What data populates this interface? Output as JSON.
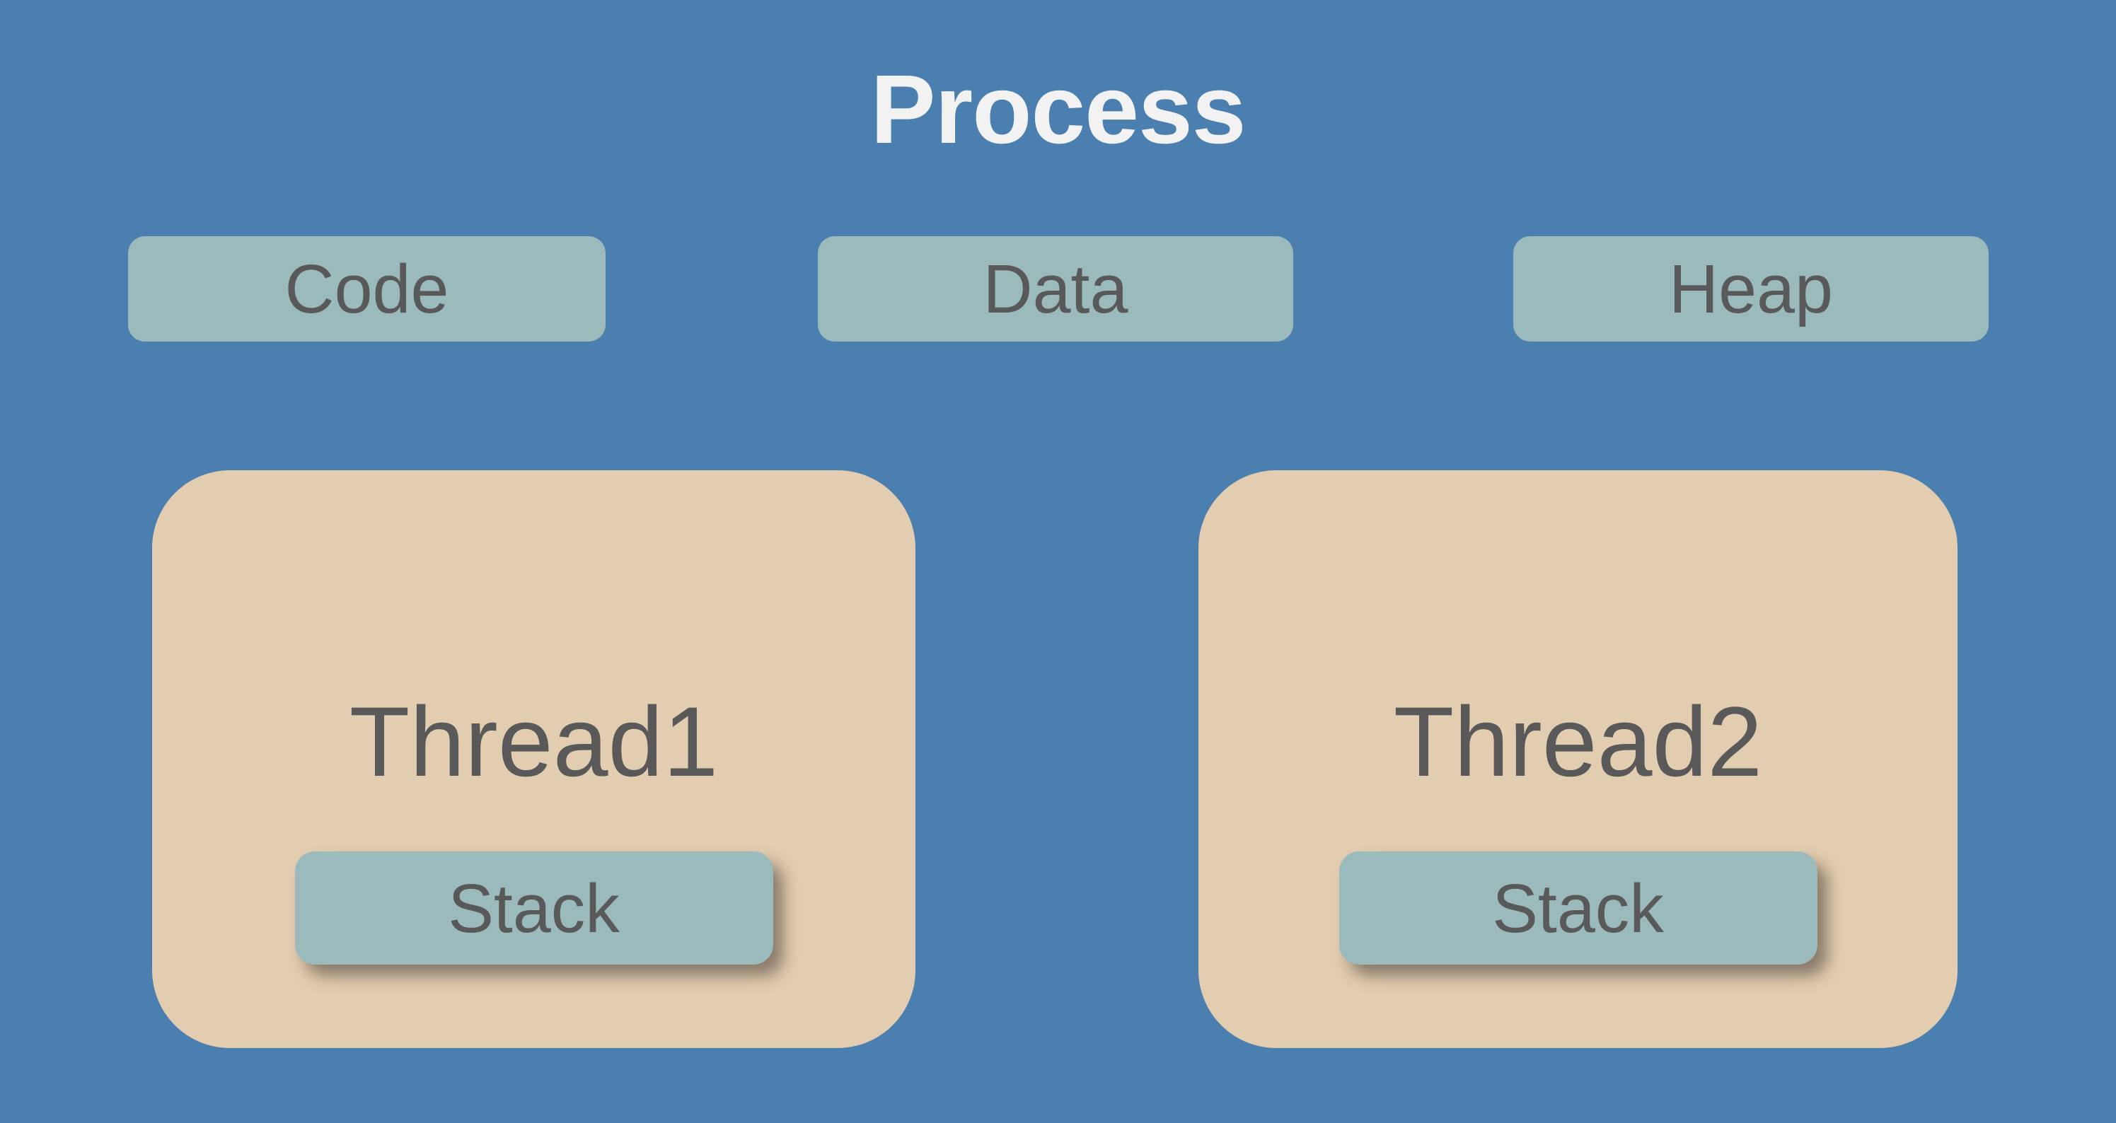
{
  "diagram": {
    "title": "Process",
    "segments": [
      {
        "id": "code",
        "label": "Code"
      },
      {
        "id": "data",
        "label": "Data"
      },
      {
        "id": "heap",
        "label": "Heap"
      }
    ],
    "threads": [
      {
        "id": "thread1",
        "label": "Thread1",
        "stack_label": "Stack"
      },
      {
        "id": "thread2",
        "label": "Thread2",
        "stack_label": "Stack"
      }
    ],
    "colors": {
      "background": "#4A7FAF",
      "segment_box": "#9ABABC",
      "thread_box": "#E3CDB0",
      "title_text": "#F2F2F2",
      "label_text": "#595959"
    }
  }
}
